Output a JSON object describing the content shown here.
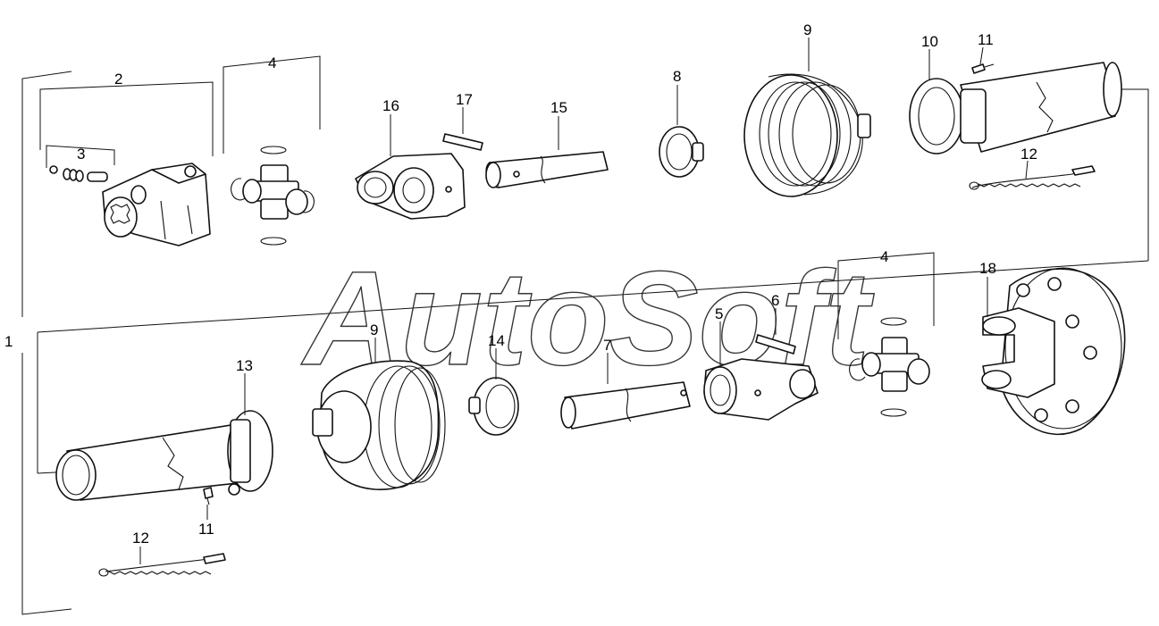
{
  "watermark": "AutoSoft",
  "callouts": {
    "c1": "1",
    "c2": "2",
    "c3": "3",
    "c4_top": "4",
    "c16": "16",
    "c17": "17",
    "c15": "15",
    "c8": "8",
    "c9_top": "9",
    "c10": "10",
    "c11_top": "11",
    "c12_top": "12",
    "c9_bottom": "9",
    "c13": "13",
    "c14": "14",
    "c7": "7",
    "c5": "5",
    "c6": "6",
    "c4_bottom": "4",
    "c18": "18",
    "c11_bottom": "11",
    "c12_bottom": "12"
  }
}
